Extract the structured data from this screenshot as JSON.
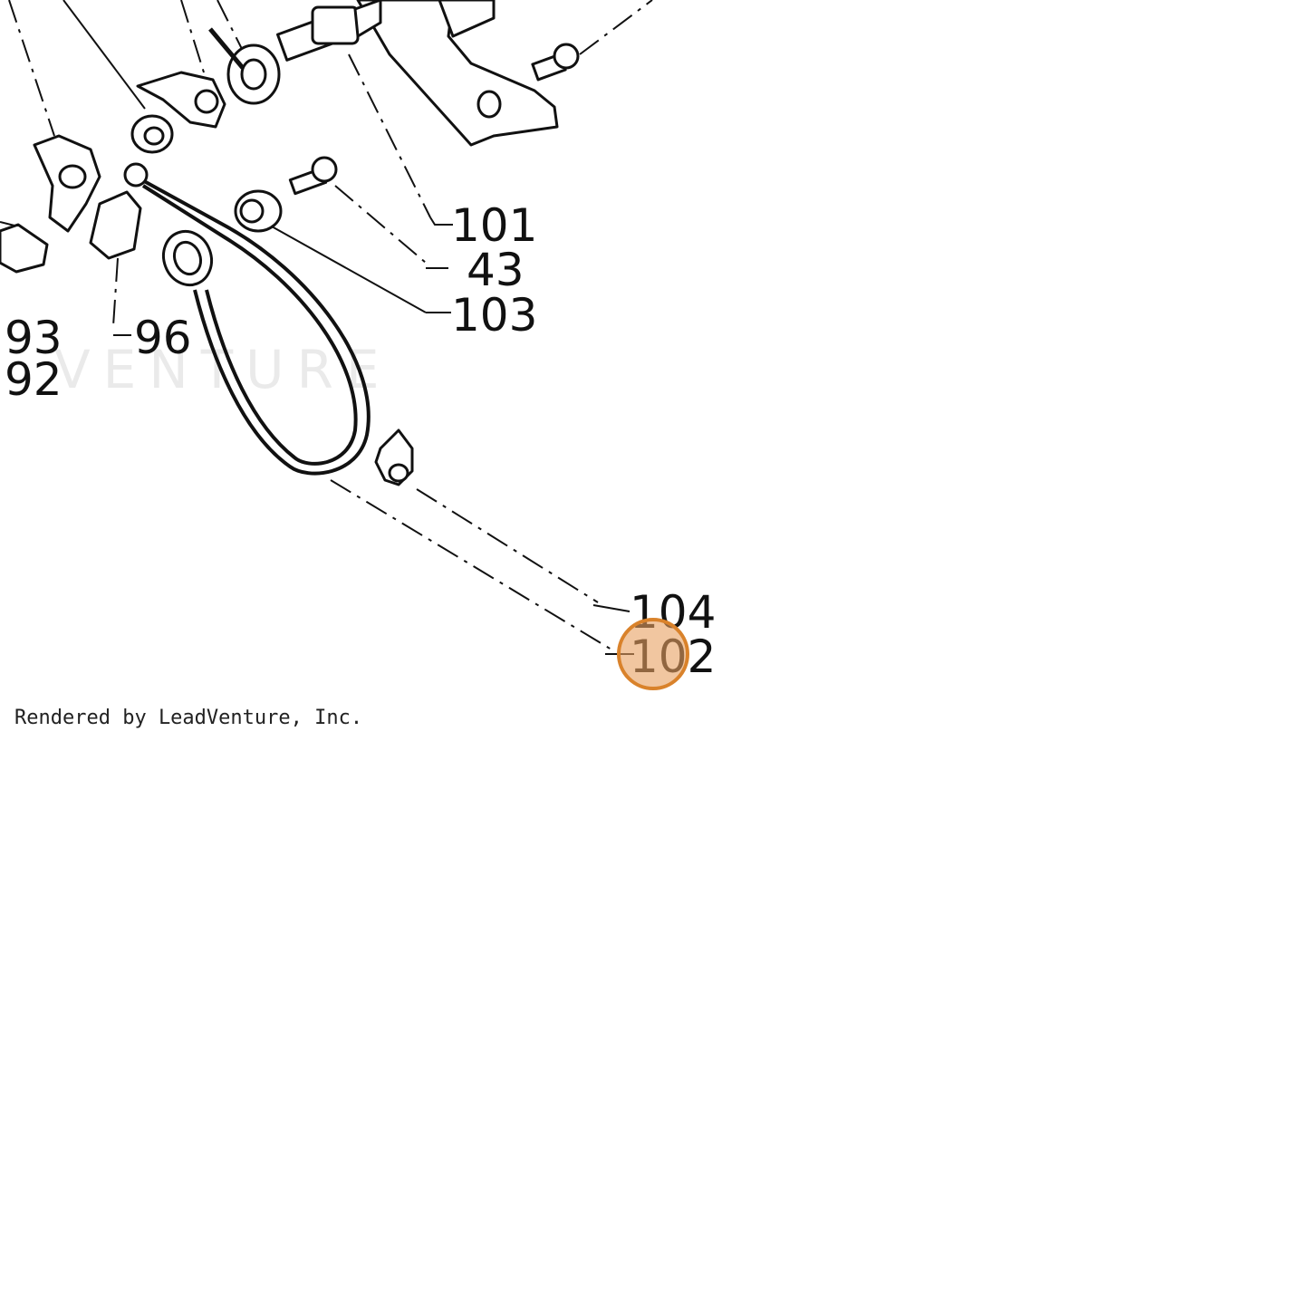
{
  "diagram": {
    "callouts": {
      "c101": "101",
      "c43": "43",
      "c103": "103",
      "c93": "93",
      "c92": "92",
      "c96": "96",
      "c104": "104",
      "c102": "102"
    },
    "watermark": "VENTURE",
    "highlight_color": "#E8A060",
    "highlight_stroke": "#D9822B"
  },
  "footer": {
    "credit": "Rendered by LeadVenture, Inc."
  }
}
